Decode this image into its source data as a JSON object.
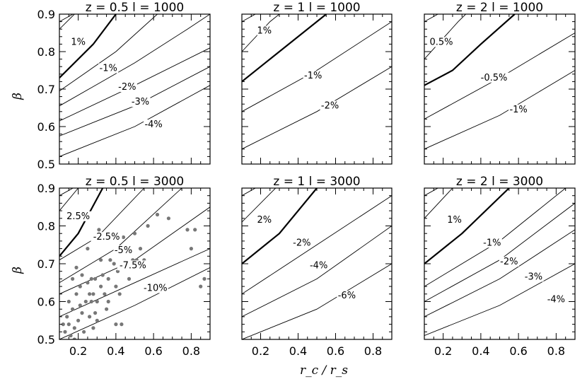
{
  "chart_data": {
    "type": "contour",
    "xlabel": "r_c / r_s",
    "ylabel": "β",
    "xlim": [
      0.1,
      0.9
    ],
    "ylim": [
      0.5,
      0.9
    ],
    "x_ticks": [
      "0.2",
      "0.4",
      "0.6",
      "0.8"
    ],
    "y_ticks": [
      "0.5",
      "0.6",
      "0.7",
      "0.8",
      "0.9"
    ],
    "panels": [
      {
        "title": "z = 0.5   l = 1000",
        "zero_contour": [
          [
            0.1,
            0.73
          ],
          [
            0.28,
            0.82
          ],
          [
            0.4,
            0.9
          ]
        ],
        "contours": [
          {
            "label": "1%",
            "points": [
              [
                0.1,
                0.86
              ],
              [
                0.18,
                0.9
              ]
            ]
          },
          {
            "label": "-1%",
            "points": [
              [
                0.1,
                0.695
              ],
              [
                0.4,
                0.8
              ],
              [
                0.62,
                0.9
              ]
            ]
          },
          {
            "label": "-2%",
            "points": [
              [
                0.1,
                0.655
              ],
              [
                0.5,
                0.77
              ],
              [
                0.78,
                0.86
              ],
              [
                0.9,
                0.9
              ]
            ]
          },
          {
            "label": "-3%",
            "points": [
              [
                0.1,
                0.615
              ],
              [
                0.5,
                0.71
              ],
              [
                0.9,
                0.81
              ]
            ]
          },
          {
            "label": "-4%",
            "points": [
              [
                0.1,
                0.575
              ],
              [
                0.5,
                0.655
              ],
              [
                0.9,
                0.76
              ]
            ]
          },
          {
            "label": "",
            "points": [
              [
                0.1,
                0.52
              ],
              [
                0.5,
                0.6
              ],
              [
                0.9,
                0.71
              ]
            ]
          }
        ],
        "contour_labels": [
          {
            "text": "1%",
            "x": 0.2,
            "y": 0.82
          },
          {
            "text": "-1%",
            "x": 0.36,
            "y": 0.75
          },
          {
            "text": "-2%",
            "x": 0.46,
            "y": 0.7
          },
          {
            "text": "-3%",
            "x": 0.53,
            "y": 0.66
          },
          {
            "text": "-4%",
            "x": 0.6,
            "y": 0.6
          }
        ],
        "show_x_ticks": false,
        "show_y_ticks": true
      },
      {
        "title": "z = 1   l = 1000",
        "zero_contour": [
          [
            0.1,
            0.72
          ],
          [
            0.3,
            0.8
          ],
          [
            0.55,
            0.9
          ]
        ],
        "contours": [
          {
            "label": "1%",
            "points": [
              [
                0.1,
                0.8
              ],
              [
                0.25,
                0.88
              ],
              [
                0.3,
                0.9
              ]
            ]
          },
          {
            "label": "-1%",
            "points": [
              [
                0.1,
                0.64
              ],
              [
                0.5,
                0.75
              ],
              [
                0.9,
                0.88
              ]
            ]
          },
          {
            "label": "-2%",
            "points": [
              [
                0.1,
                0.54
              ],
              [
                0.5,
                0.64
              ],
              [
                0.9,
                0.76
              ]
            ]
          }
        ],
        "contour_labels": [
          {
            "text": "1%",
            "x": 0.22,
            "y": 0.85
          },
          {
            "text": "-1%",
            "x": 0.48,
            "y": 0.73
          },
          {
            "text": "-2%",
            "x": 0.57,
            "y": 0.65
          }
        ],
        "show_x_ticks": false,
        "show_y_ticks": false
      },
      {
        "title": "z = 2   l = 1000",
        "zero_contour": [
          [
            0.1,
            0.71
          ],
          [
            0.25,
            0.75
          ],
          [
            0.4,
            0.82
          ],
          [
            0.58,
            0.9
          ]
        ],
        "contours": [
          {
            "label": "0.5%",
            "points": [
              [
                0.1,
                0.78
              ],
              [
                0.28,
                0.88
              ],
              [
                0.32,
                0.9
              ]
            ]
          },
          {
            "label": "-0.5%",
            "points": [
              [
                0.1,
                0.62
              ],
              [
                0.5,
                0.73
              ],
              [
                0.9,
                0.85
              ]
            ]
          },
          {
            "label": "-1%",
            "points": [
              [
                0.1,
                0.54
              ],
              [
                0.5,
                0.63
              ],
              [
                0.9,
                0.75
              ]
            ]
          }
        ],
        "contour_labels": [
          {
            "text": "0.5%",
            "x": 0.19,
            "y": 0.82
          },
          {
            "text": "-0.5%",
            "x": 0.47,
            "y": 0.725
          },
          {
            "text": "-1%",
            "x": 0.6,
            "y": 0.64
          }
        ],
        "show_x_ticks": false,
        "show_y_ticks": false
      },
      {
        "title": "z = 0.5   l = 3000",
        "zero_contour": [
          [
            0.1,
            0.72
          ],
          [
            0.2,
            0.78
          ],
          [
            0.33,
            0.9
          ]
        ],
        "contours": [
          {
            "label": "2.5%",
            "points": [
              [
                0.1,
                0.84
              ],
              [
                0.2,
                0.9
              ]
            ]
          },
          {
            "label": "-2.5%",
            "points": [
              [
                0.1,
                0.71
              ],
              [
                0.3,
                0.77
              ],
              [
                0.55,
                0.9
              ]
            ]
          },
          {
            "label": "-5%",
            "points": [
              [
                0.1,
                0.65
              ],
              [
                0.4,
                0.74
              ],
              [
                0.75,
                0.9
              ]
            ]
          },
          {
            "label": "-7.5%",
            "points": [
              [
                0.1,
                0.62
              ],
              [
                0.5,
                0.71
              ],
              [
                0.9,
                0.85
              ]
            ]
          },
          {
            "label": "-10%",
            "points": [
              [
                0.1,
                0.56
              ],
              [
                0.5,
                0.65
              ],
              [
                0.9,
                0.74
              ]
            ]
          },
          {
            "label": "",
            "points": [
              [
                0.1,
                0.5
              ],
              [
                0.5,
                0.59
              ],
              [
                0.9,
                0.69
              ]
            ]
          }
        ],
        "contour_labels": [
          {
            "text": "2.5%",
            "x": 0.2,
            "y": 0.82
          },
          {
            "text": "-2.5%",
            "x": 0.35,
            "y": 0.765
          },
          {
            "text": "-5%",
            "x": 0.44,
            "y": 0.73
          },
          {
            "text": "-7.5%",
            "x": 0.49,
            "y": 0.69
          },
          {
            "text": "-10%",
            "x": 0.61,
            "y": 0.63
          }
        ],
        "points": [
          [
            0.12,
            0.54
          ],
          [
            0.13,
            0.52
          ],
          [
            0.14,
            0.56
          ],
          [
            0.15,
            0.6
          ],
          [
            0.15,
            0.54
          ],
          [
            0.16,
            0.51
          ],
          [
            0.17,
            0.66
          ],
          [
            0.17,
            0.58
          ],
          [
            0.18,
            0.53
          ],
          [
            0.18,
            0.5
          ],
          [
            0.19,
            0.62
          ],
          [
            0.19,
            0.69
          ],
          [
            0.2,
            0.55
          ],
          [
            0.21,
            0.64
          ],
          [
            0.21,
            0.59
          ],
          [
            0.22,
            0.67
          ],
          [
            0.22,
            0.57
          ],
          [
            0.23,
            0.52
          ],
          [
            0.24,
            0.6
          ],
          [
            0.25,
            0.74
          ],
          [
            0.25,
            0.65
          ],
          [
            0.26,
            0.62
          ],
          [
            0.26,
            0.56
          ],
          [
            0.27,
            0.66
          ],
          [
            0.27,
            0.6
          ],
          [
            0.28,
            0.53
          ],
          [
            0.28,
            0.62
          ],
          [
            0.29,
            0.57
          ],
          [
            0.29,
            0.66
          ],
          [
            0.3,
            0.55
          ],
          [
            0.3,
            0.6
          ],
          [
            0.31,
            0.79
          ],
          [
            0.32,
            0.71
          ],
          [
            0.32,
            0.64
          ],
          [
            0.33,
            0.67
          ],
          [
            0.34,
            0.62
          ],
          [
            0.35,
            0.58
          ],
          [
            0.36,
            0.66
          ],
          [
            0.36,
            0.6
          ],
          [
            0.37,
            0.71
          ],
          [
            0.38,
            0.77
          ],
          [
            0.39,
            0.7
          ],
          [
            0.4,
            0.64
          ],
          [
            0.4,
            0.54
          ],
          [
            0.41,
            0.68
          ],
          [
            0.42,
            0.62
          ],
          [
            0.43,
            0.54
          ],
          [
            0.44,
            0.77
          ],
          [
            0.45,
            0.74
          ],
          [
            0.46,
            0.69
          ],
          [
            0.47,
            0.66
          ],
          [
            0.48,
            0.74
          ],
          [
            0.49,
            0.71
          ],
          [
            0.5,
            0.78
          ],
          [
            0.51,
            0.71
          ],
          [
            0.52,
            0.7
          ],
          [
            0.53,
            0.74
          ],
          [
            0.55,
            0.71
          ],
          [
            0.57,
            0.8
          ],
          [
            0.62,
            0.83
          ],
          [
            0.68,
            0.82
          ],
          [
            0.78,
            0.79
          ],
          [
            0.8,
            0.74
          ],
          [
            0.82,
            0.79
          ],
          [
            0.85,
            0.64
          ],
          [
            0.87,
            0.66
          ]
        ],
        "show_x_ticks": true,
        "show_y_ticks": true
      },
      {
        "title": "z = 1   l = 3000",
        "zero_contour": [
          [
            0.1,
            0.7
          ],
          [
            0.3,
            0.78
          ],
          [
            0.5,
            0.9
          ]
        ],
        "contours": [
          {
            "label": "2%",
            "points": [
              [
                0.1,
                0.81
              ],
              [
                0.28,
                0.9
              ]
            ]
          },
          {
            "label": "-2%",
            "points": [
              [
                0.1,
                0.62
              ],
              [
                0.5,
                0.75
              ],
              [
                0.9,
                0.88
              ]
            ]
          },
          {
            "label": "-4%",
            "points": [
              [
                0.1,
                0.56
              ],
              [
                0.5,
                0.66
              ],
              [
                0.9,
                0.8
              ]
            ]
          },
          {
            "label": "-6%",
            "points": [
              [
                0.1,
                0.5
              ],
              [
                0.5,
                0.58
              ],
              [
                0.9,
                0.7
              ]
            ]
          }
        ],
        "contour_labels": [
          {
            "text": "2%",
            "x": 0.22,
            "y": 0.81
          },
          {
            "text": "-2%",
            "x": 0.42,
            "y": 0.75
          },
          {
            "text": "-4%",
            "x": 0.51,
            "y": 0.69
          },
          {
            "text": "-6%",
            "x": 0.66,
            "y": 0.61
          }
        ],
        "show_x_ticks": true,
        "show_y_ticks": false
      },
      {
        "title": "z = 2   l = 3000",
        "zero_contour": [
          [
            0.1,
            0.7
          ],
          [
            0.3,
            0.78
          ],
          [
            0.55,
            0.9
          ]
        ],
        "contours": [
          {
            "label": "1%",
            "points": [
              [
                0.1,
                0.82
              ],
              [
                0.25,
                0.9
              ]
            ]
          },
          {
            "label": "-1%",
            "points": [
              [
                0.1,
                0.64
              ],
              [
                0.5,
                0.76
              ],
              [
                0.85,
                0.9
              ]
            ]
          },
          {
            "label": "-2%",
            "points": [
              [
                0.1,
                0.6
              ],
              [
                0.5,
                0.71
              ],
              [
                0.9,
                0.86
              ]
            ]
          },
          {
            "label": "-3%",
            "points": [
              [
                0.1,
                0.56
              ],
              [
                0.5,
                0.66
              ],
              [
                0.9,
                0.79
              ]
            ]
          },
          {
            "label": "-4%",
            "points": [
              [
                0.1,
                0.51
              ],
              [
                0.5,
                0.59
              ],
              [
                0.9,
                0.7
              ]
            ]
          }
        ],
        "contour_labels": [
          {
            "text": "1%",
            "x": 0.26,
            "y": 0.81
          },
          {
            "text": "-1%",
            "x": 0.46,
            "y": 0.75
          },
          {
            "text": "-2%",
            "x": 0.55,
            "y": 0.7
          },
          {
            "text": "-3%",
            "x": 0.68,
            "y": 0.66
          },
          {
            "text": "-4%",
            "x": 0.8,
            "y": 0.6
          }
        ],
        "show_x_ticks": true,
        "show_y_ticks": false
      }
    ]
  },
  "colors": {
    "ink": "#000000",
    "points": "#777777",
    "background": "#ffffff"
  }
}
